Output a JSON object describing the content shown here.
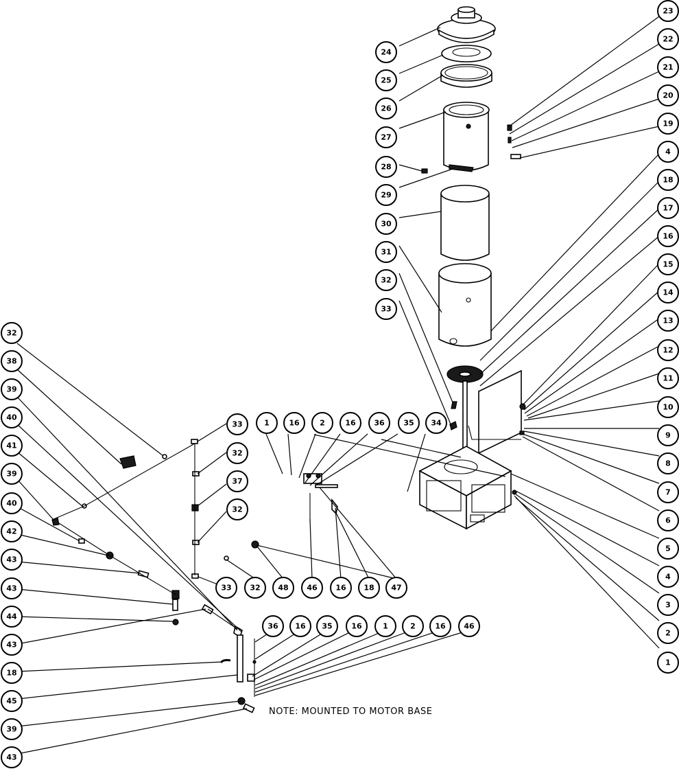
{
  "note": "NOTE: MOUNTED TO MOTOR BASE",
  "callouts": [
    "23",
    "22",
    "21",
    "20",
    "19",
    "4",
    "18",
    "17",
    "16",
    "15",
    "14",
    "13",
    "12",
    "11",
    "10",
    "9",
    "8",
    "7",
    "6",
    "5",
    "4",
    "3",
    "2",
    "1",
    "24",
    "25",
    "26",
    "27",
    "28",
    "29",
    "30",
    "31",
    "32",
    "33",
    "1",
    "16",
    "2",
    "16",
    "36",
    "35",
    "34",
    "33",
    "32",
    "37",
    "32",
    "33",
    "32",
    "48",
    "46",
    "16",
    "18",
    "47",
    "32",
    "38",
    "39",
    "40",
    "41",
    "39",
    "40",
    "42",
    "43",
    "43",
    "44",
    "43",
    "18",
    "45",
    "39",
    "43",
    "36",
    "16",
    "35",
    "16",
    "1",
    "2",
    "16",
    "46"
  ]
}
